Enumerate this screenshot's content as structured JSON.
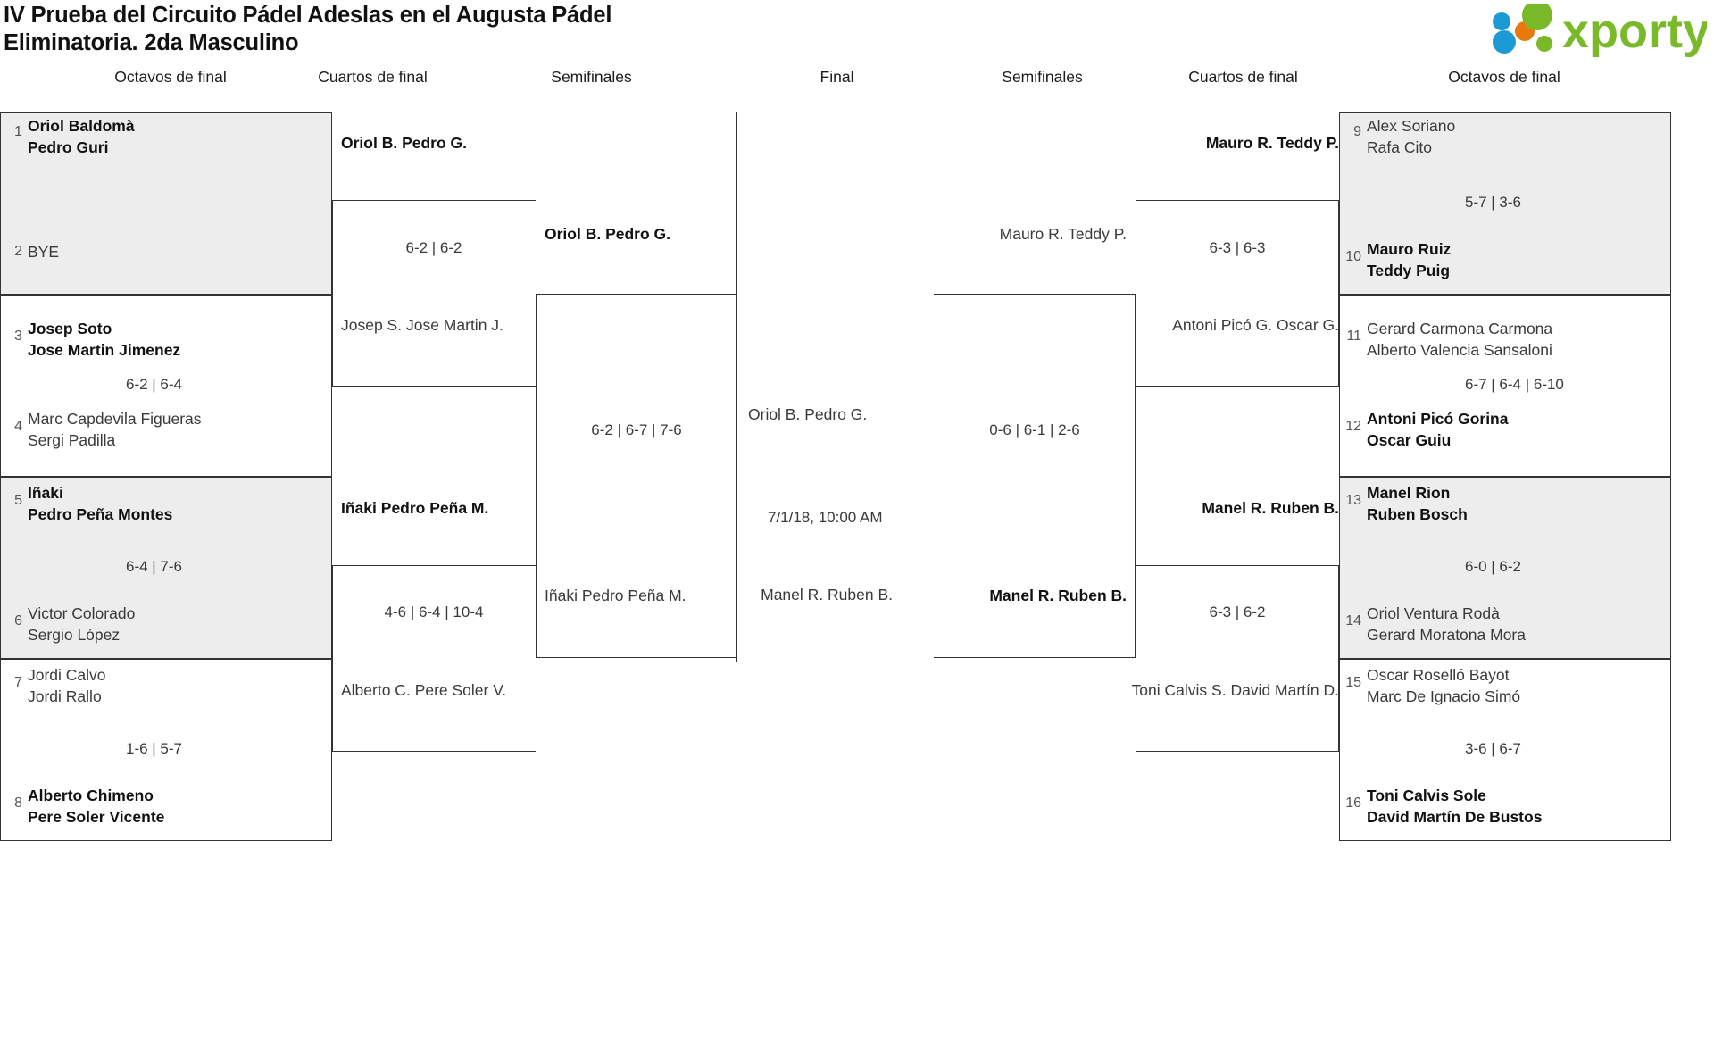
{
  "header": {
    "title_line1": "IV Prueba del Circuito Pádel Adeslas en el Augusta Pádel",
    "title_line2": "Eliminatoria. 2da Masculino",
    "logo_text": "xporty",
    "logo_colors": {
      "blue": "#1b9ad6",
      "orange": "#e8790c",
      "green": "#7ab929"
    }
  },
  "round_labels": {
    "left_r16": "Octavos de final",
    "left_qf": "Cuartos de final",
    "left_sf": "Semifinales",
    "final": "Final",
    "right_sf": "Semifinales",
    "right_qf": "Cuartos de final",
    "right_r16": "Octavos de final"
  },
  "bracket": {
    "left_r16": [
      {
        "shaded": true,
        "score": "",
        "players": [
          {
            "seed": "1",
            "line1": "Oriol Baldomà",
            "line2": "Pedro Guri",
            "winner": true
          },
          {
            "seed": "2",
            "line1": "BYE",
            "line2": "",
            "winner": false
          }
        ]
      },
      {
        "shaded": false,
        "score": "6-2 | 6-4",
        "players": [
          {
            "seed": "3",
            "line1": "Josep Soto",
            "line2": "Jose Martin Jimenez",
            "winner": true
          },
          {
            "seed": "4",
            "line1": "Marc Capdevila Figueras",
            "line2": "Sergi Padilla",
            "winner": false
          }
        ]
      },
      {
        "shaded": true,
        "score": "6-4 | 7-6",
        "players": [
          {
            "seed": "5",
            "line1": "Iñaki",
            "line2": "Pedro Peña Montes",
            "winner": true
          },
          {
            "seed": "6",
            "line1": "Victor Colorado",
            "line2": "Sergio López",
            "winner": false
          }
        ]
      },
      {
        "shaded": false,
        "score": "1-6 | 5-7",
        "players": [
          {
            "seed": "7",
            "line1": "Jordi Calvo",
            "line2": "Jordi Rallo",
            "winner": false
          },
          {
            "seed": "8",
            "line1": "Alberto Chimeno",
            "line2": "Pere Soler Vicente",
            "winner": true
          }
        ]
      }
    ],
    "left_qf": [
      {
        "score": "6-2 | 6-2",
        "top": {
          "line1": "Oriol B.",
          "line2": "Pedro G.",
          "winner": true
        },
        "bottom": {
          "line1": "Josep S.",
          "line2": "Jose Martin J.",
          "winner": false
        }
      },
      {
        "score": "4-6 | 6-4 | 10-4",
        "top": {
          "line1": "Iñaki",
          "line2": "Pedro Peña M.",
          "winner": true
        },
        "bottom": {
          "line1": "Alberto C.",
          "line2": "Pere Soler V.",
          "winner": false
        }
      }
    ],
    "left_sf": [
      {
        "score": "6-2 | 6-7 | 7-6",
        "top": {
          "line1": "Oriol B.",
          "line2": "Pedro G.",
          "winner": true
        },
        "bottom": {
          "line1": "Iñaki",
          "line2": "Pedro Peña M.",
          "winner": false
        }
      }
    ],
    "final": {
      "date": "7/1/18, 10:00 AM",
      "top": {
        "line1": "Oriol B.",
        "line2": "Pedro G.",
        "winner": false
      },
      "bottom": {
        "line1": "Manel R.",
        "line2": "Ruben B.",
        "winner": false
      }
    },
    "right_sf": [
      {
        "score": "0-6 | 6-1 | 2-6",
        "top": {
          "line1": "Mauro R.",
          "line2": "Teddy P.",
          "winner": false
        },
        "bottom": {
          "line1": "Manel R.",
          "line2": "Ruben B.",
          "winner": true
        }
      }
    ],
    "right_qf": [
      {
        "score": "6-3 | 6-3",
        "top": {
          "line1": "Mauro R.",
          "line2": "Teddy P.",
          "winner": true
        },
        "bottom": {
          "line1": "Antoni Picó G.",
          "line2": "Oscar G.",
          "winner": false
        }
      },
      {
        "score": "6-3 | 6-2",
        "top": {
          "line1": "Manel R.",
          "line2": "Ruben B.",
          "winner": true
        },
        "bottom": {
          "line1": "Toni Calvis S.",
          "line2": "David Martín D.",
          "winner": false
        }
      }
    ],
    "right_r16": [
      {
        "shaded": true,
        "score": "5-7 | 3-6",
        "players": [
          {
            "seed": "9",
            "line1": "Alex Soriano",
            "line2": "Rafa Cito",
            "winner": false
          },
          {
            "seed": "10",
            "line1": "Mauro Ruiz",
            "line2": "Teddy Puig",
            "winner": true
          }
        ]
      },
      {
        "shaded": false,
        "score": "6-7 | 6-4 | 6-10",
        "players": [
          {
            "seed": "11",
            "line1": "Gerard Carmona Carmona",
            "line2": "Alberto Valencia Sansaloni",
            "winner": false
          },
          {
            "seed": "12",
            "line1": "Antoni Picó Gorina",
            "line2": "Oscar Guiu",
            "winner": true
          }
        ]
      },
      {
        "shaded": true,
        "score": "6-0 | 6-2",
        "players": [
          {
            "seed": "13",
            "line1": "Manel Rion",
            "line2": "Ruben Bosch",
            "winner": true
          },
          {
            "seed": "14",
            "line1": "Oriol Ventura Rodà",
            "line2": "Gerard Moratona Mora",
            "winner": false
          }
        ]
      },
      {
        "shaded": false,
        "score": "3-6 | 6-7",
        "players": [
          {
            "seed": "15",
            "line1": "Oscar Roselló Bayot",
            "line2": "Marc De Ignacio Simó",
            "winner": false
          },
          {
            "seed": "16",
            "line1": "Toni Calvis Sole",
            "line2": "David Martín De Bustos",
            "winner": true
          }
        ]
      }
    ]
  }
}
